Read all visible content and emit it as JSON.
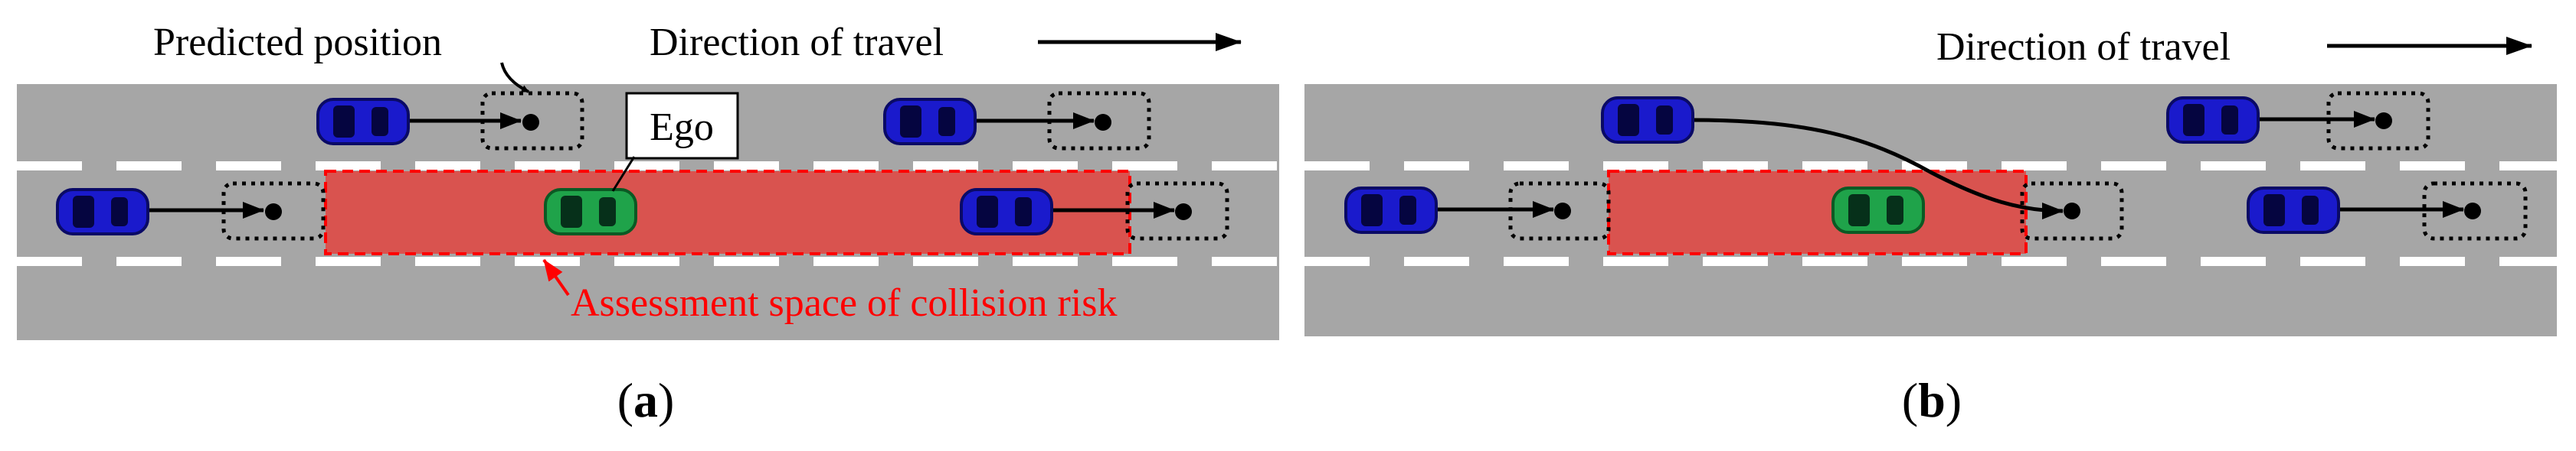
{
  "panels": [
    {
      "id": "a",
      "caption": "(a)",
      "caption_letter": "a",
      "direction_label": "Direction of travel",
      "predicted_label": "Predicted position",
      "ego_label": "Ego",
      "risk_label": "Assessment space of collision risk"
    },
    {
      "id": "b",
      "caption": "(b)",
      "caption_letter": "b",
      "direction_label": "Direction of travel"
    }
  ],
  "colors": {
    "road": "#a6a6a6",
    "lane_marking": "#ffffff",
    "risk_fill": "#d9534f",
    "risk_border": "#ff0000",
    "risk_label": "#ff0000",
    "ego_car": "#1fa34a",
    "other_car": "#1a1acc"
  }
}
